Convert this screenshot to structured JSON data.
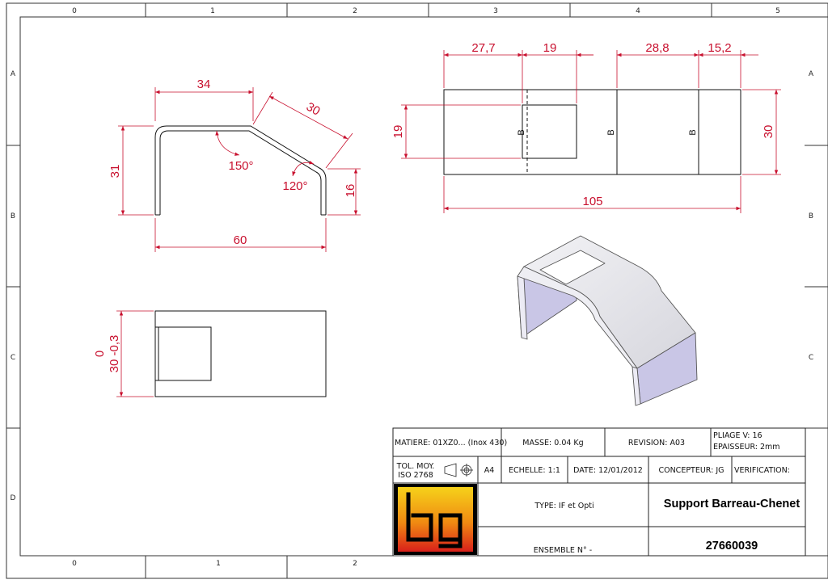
{
  "frame": {
    "columns": [
      "0",
      "1",
      "2",
      "3",
      "4",
      "5"
    ],
    "columns_bottom": [
      "0",
      "1",
      "2"
    ],
    "rows": [
      "A",
      "B",
      "C",
      "D"
    ]
  },
  "front_view": {
    "dims": {
      "top_width": "34",
      "slope_length": "30",
      "height": "31",
      "right_leg": "16",
      "total_width": "60",
      "angle_top": "150°",
      "angle_bottom": "120°"
    }
  },
  "top_view": {
    "tolerance_upper": "0",
    "tolerance_lower": "30 -0,3"
  },
  "flat_pattern": {
    "dims": {
      "d1": "27,7",
      "d2": "19",
      "d3": "28,8",
      "d4": "15,2",
      "hole_height": "19",
      "height": "30",
      "length": "105"
    },
    "bend_mark": "B"
  },
  "title_block": {
    "matiere": "MATIERE: 01XZ0... (Inox 430)",
    "masse": "MASSE: 0.04 Kg",
    "revision": "REVISION: A03",
    "pliage": "PLIAGE V: 16",
    "epaisseur": "EPAISSEUR: 2mm",
    "tol_line1": "TOL. MOY.",
    "tol_line2": "ISO 2768",
    "format": "A4",
    "echelle": "ECHELLE: 1:1",
    "date": "DATE: 12/01/2012",
    "concepteur": "CONCEPTEUR: JG",
    "verification": "VERIFICATION:",
    "type": "TYPE: IF et Opti",
    "title": "Support Barreau-Chenet",
    "ensemble": "ENSEMBLE N° -",
    "part_number": "27660039"
  },
  "colors": {
    "dimension": "#c8102e",
    "line": "#111111",
    "part_face": "#c9c6e6",
    "part_edge": "#e4e4ea"
  }
}
